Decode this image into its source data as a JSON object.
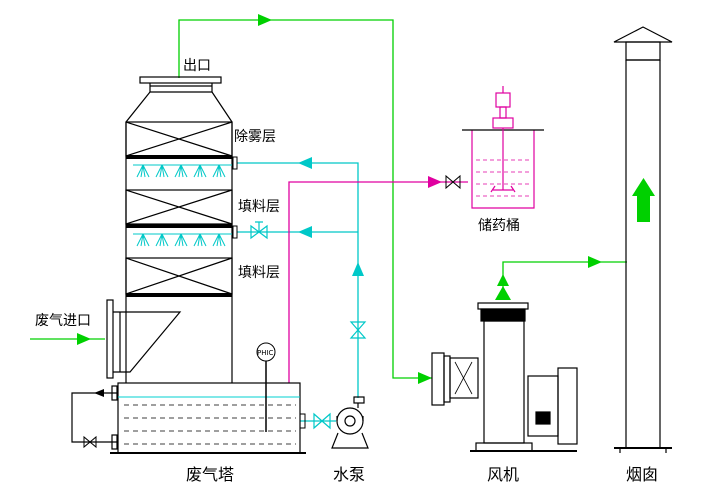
{
  "labels": {
    "outlet": "出口",
    "demister_layer": "除雾层",
    "packing_layer_1": "填料层",
    "packing_layer_2": "填料层",
    "gas_inlet": "废气进口",
    "ph_meter": "PHIC",
    "chemical_tank": "储药桶",
    "tower": "废气塔",
    "pump": "水泵",
    "fan": "风机",
    "chimney": "烟囱"
  },
  "colors": {
    "exhaust_gas_line": "#00d000",
    "water_line": "#00c8c8",
    "chemical_line": "#e000a0",
    "equipment_outline": "#000000",
    "liquid": "#00d0d0",
    "spray": "#00c8c8"
  },
  "icons": {
    "flow_arrow": "arrow-icon",
    "valve": "valve-icon",
    "agitator": "mixer-motor-icon",
    "ph_gauge": "gauge-icon"
  }
}
